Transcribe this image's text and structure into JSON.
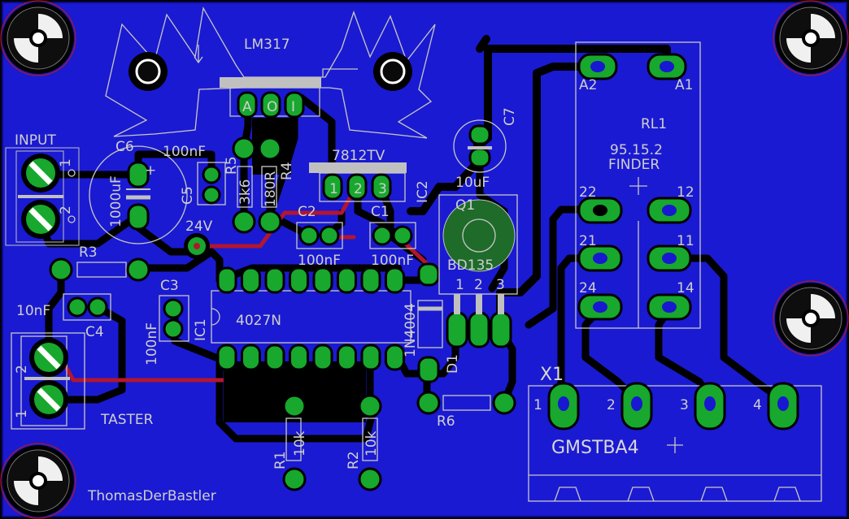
{
  "board": {
    "author": "ThomasDerBastler",
    "colors": {
      "board": "#1a1ad2",
      "copper_pad": "#17a82d",
      "trace": "#000000",
      "bottom_trace": "#b3162e",
      "silk": "#c8c8c8"
    },
    "labels": {
      "lm317": "LM317",
      "lm317_pins": [
        "A",
        "O",
        "I"
      ],
      "input": "INPUT",
      "c6": "C6",
      "c6_value": "1000uF",
      "c5_value": "100nF",
      "c5": "C5",
      "r5": "R5",
      "r5_value": "3k6",
      "r4": "R4",
      "r4_value": "180R",
      "ic2_type": "7812TV",
      "ic2": "IC2",
      "c7": "C7",
      "c7_value": "10uF",
      "c2": "C2",
      "c1": "C1",
      "c2_value": "100nF",
      "c1_value": "100nF",
      "v24": "24V",
      "r3": "R3",
      "c3": "C3",
      "c3_value": "100nF",
      "c4_value": "10nF",
      "c4": "C4",
      "ic1": "IC1",
      "ic1_type": "4027N",
      "d1_type": "1N4004",
      "d1": "D1",
      "q1": "Q1",
      "q1_type": "BD135",
      "q1_pins": [
        "1",
        "2",
        "3"
      ],
      "rl1": "RL1",
      "rl1_type": "95.15.2",
      "rl1_maker": "FINDER",
      "a2": "A2",
      "a1": "A1",
      "p22": "22",
      "p12": "12",
      "p21": "21",
      "p11": "11",
      "p24": "24",
      "p14": "14",
      "x1": "X1",
      "x1_type": "GMSTBA4",
      "x1_pins": [
        "1",
        "2",
        "3",
        "4"
      ],
      "taster": "TASTER",
      "r1": "R1",
      "r1_value": "10k",
      "r2": "R2",
      "r2_value": "10k",
      "r6": "R6",
      "term_pins": [
        "1",
        "2"
      ]
    }
  }
}
